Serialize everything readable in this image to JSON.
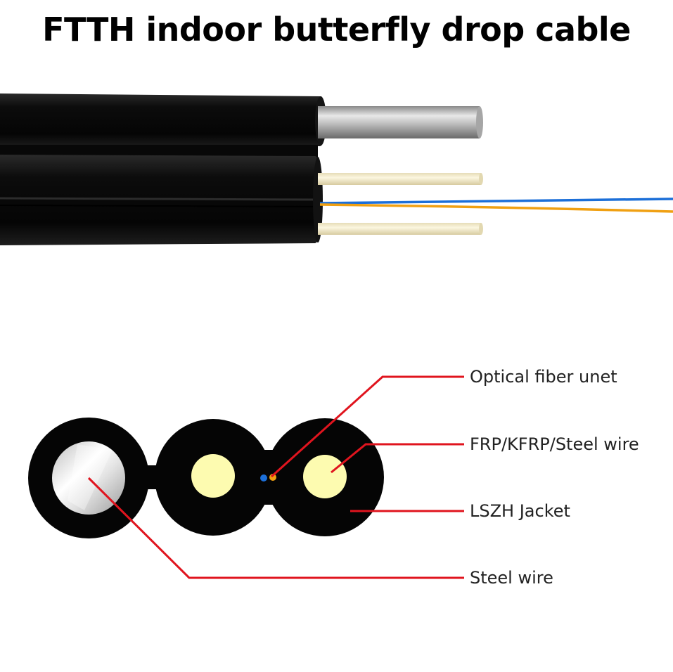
{
  "title": "FTTH indoor butterfly drop cable",
  "callouts": {
    "optical_fiber": "Optical fiber unet",
    "strength_member": "FRP/KFRP/Steel wire",
    "jacket": "LSZH Jacket",
    "steel_wire": "Steel wire"
  },
  "colors": {
    "jacket": "#0a0a0a",
    "leader_line": "#e0141e",
    "strength_member": "#fdfbb0",
    "steel": "#d9d9d9",
    "fiber_blue": "#1c6fd8",
    "fiber_orange": "#f0a012"
  }
}
